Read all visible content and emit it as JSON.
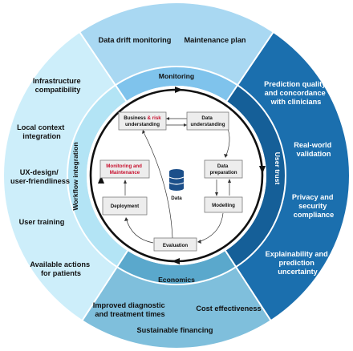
{
  "colors": {
    "monitoring_outer": "#a9d8f2",
    "monitoring_inner": "#7fc3ec",
    "trust_outer": "#1b6fae",
    "trust_inner": "#155f98",
    "economics_outer": "#7fbfdc",
    "economics_inner": "#5aa8cc",
    "workflow_outer": "#cdeefa",
    "workflow_inner": "#b3e4f5",
    "risk_red": "#c8102e"
  },
  "monitoring": {
    "inner_label": "Monitoring",
    "items": [
      "Data drift monitoring",
      "Maintenance plan"
    ]
  },
  "user_trust": {
    "inner_label": "User trust",
    "items": [
      [
        "Prediction quality",
        "and concordance",
        "with clinicians"
      ],
      [
        "Real-world",
        "validation"
      ],
      [
        "Privacy and",
        "security",
        "compliance"
      ],
      [
        "Explainability and",
        "prediction",
        "uncertainty"
      ]
    ]
  },
  "economics": {
    "inner_label": "Economics",
    "items": [
      [
        "Improved diagnostic",
        "and treatment times"
      ],
      [
        "Cost effectiveness"
      ],
      [
        "Sustainable financing"
      ]
    ]
  },
  "workflow": {
    "inner_label": "Workflow integration",
    "items": [
      [
        "Infrastructure",
        "compatibility"
      ],
      [
        "Local context",
        "integration"
      ],
      [
        "UX-design/",
        "user-friendliness"
      ],
      [
        "User training"
      ],
      [
        "Available actions",
        "for patients"
      ]
    ]
  },
  "cycle": {
    "business_a": "Business ",
    "business_b": "& risk",
    "business_c": "understanding",
    "data_understanding": [
      "Data",
      "understanding"
    ],
    "data_preparation": [
      "Data",
      "preparation"
    ],
    "modelling": "Modelling",
    "evaluation": "Evaluation",
    "deployment": "Deployment",
    "monitoring_maintenance": [
      "Monitoring and",
      "Maintenance"
    ],
    "data": "Data",
    "data_icon": "database-icon"
  }
}
